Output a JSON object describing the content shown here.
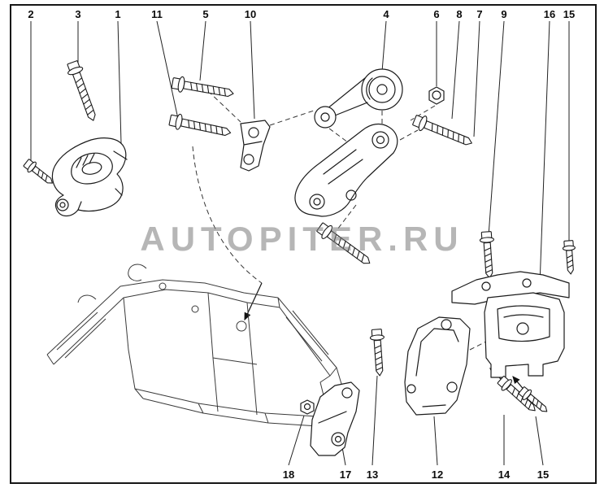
{
  "diagram": {
    "watermark": "AUTOPITER.RU",
    "colors": {
      "line": "#1b1b1b",
      "watermark": "#7c7c7c",
      "background": "#ffffff"
    },
    "callouts_top": [
      {
        "label": "2"
      },
      {
        "label": "3"
      },
      {
        "label": "1"
      },
      {
        "label": "11"
      },
      {
        "label": "5"
      },
      {
        "label": "10"
      },
      {
        "label": "4"
      },
      {
        "label": "6"
      },
      {
        "label": "8"
      },
      {
        "label": "7"
      },
      {
        "label": "9"
      },
      {
        "label": "16"
      },
      {
        "label": "15"
      }
    ],
    "callouts_bottom": [
      {
        "label": "18"
      },
      {
        "label": "17"
      },
      {
        "label": "13"
      },
      {
        "label": "12"
      },
      {
        "label": "14"
      },
      {
        "label": "15"
      }
    ]
  }
}
